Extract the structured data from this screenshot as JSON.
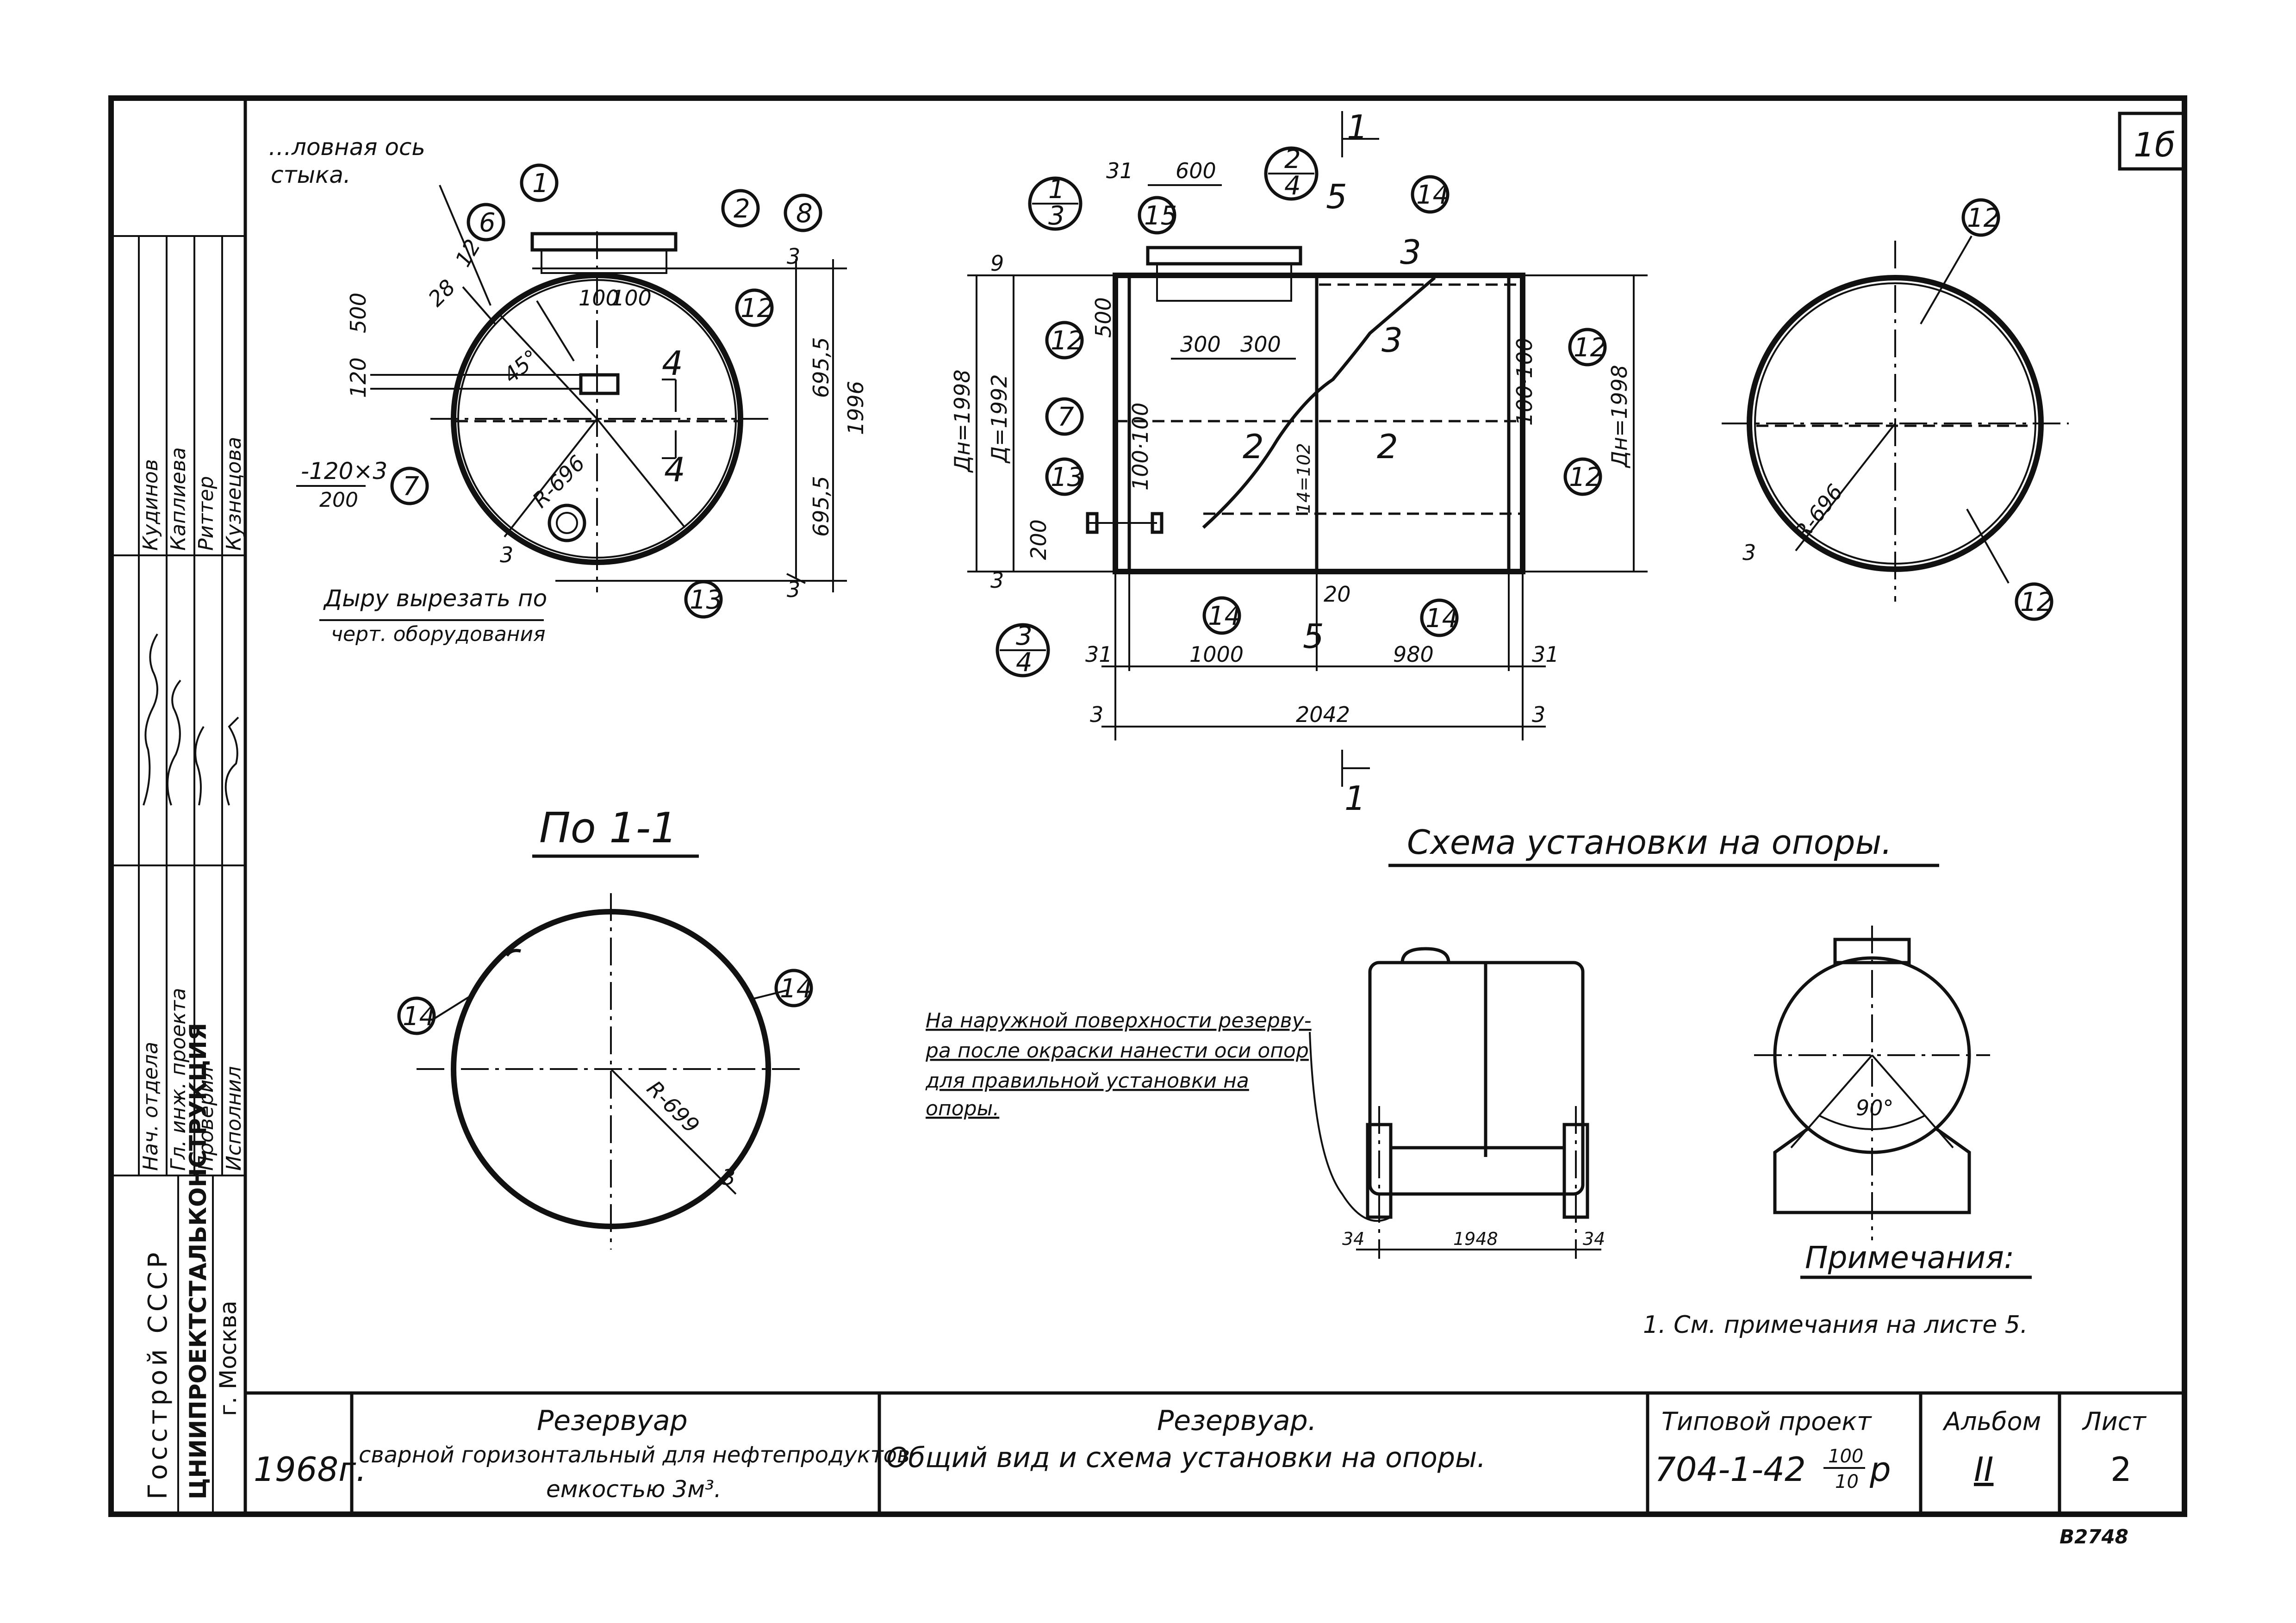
{
  "sheet_label": "1б",
  "stamp_code": "B2748",
  "left_view": {
    "note_top": [
      "…ловная ось",
      "стыка."
    ],
    "weld_note": [
      "Дыру вырезать по",
      "черт. оборудования"
    ],
    "plate_label": [
      "-120×3",
      "200"
    ],
    "dims": [
      "28",
      "12",
      "500",
      "100",
      "100",
      "120",
      "45°",
      "R-696",
      "695,5",
      "695,5",
      "1996",
      "3",
      "3",
      "3"
    ],
    "section_marks": [
      "4",
      "4"
    ]
  },
  "middle_view": {
    "dims": [
      "600",
      "31",
      "9",
      "500",
      "300",
      "300",
      "Дн=1998",
      "Д=1992",
      "100·100",
      "200",
      "3",
      "100·100",
      "14=102",
      "Дн=1998",
      "20",
      "31",
      "1000",
      "980",
      "31",
      "3",
      "2042",
      "3"
    ],
    "section_marks": [
      "1",
      "1",
      "5",
      "5",
      "3",
      "3",
      "2",
      "2"
    ]
  },
  "right_view": {
    "dims": [
      "R-696",
      "3"
    ]
  },
  "section_title": "По 1-1",
  "section_view": {
    "dims": [
      "R-699",
      "3"
    ]
  },
  "callouts": {
    "left": [
      "1",
      "2",
      "8",
      "6",
      "12",
      "7",
      "13"
    ],
    "middle": [
      "15",
      "14",
      "12",
      "7",
      "13",
      "12",
      "12",
      "14",
      "14"
    ],
    "right": [
      "12",
      "12"
    ],
    "section": [
      "14",
      "14"
    ],
    "fractions": [
      [
        "1",
        "3"
      ],
      [
        "2",
        "4"
      ],
      [
        "3",
        "4"
      ]
    ]
  },
  "scheme_title": "Схема установки на опоры.",
  "scheme_note": [
    "На наружной поверхности резерву-",
    "ра после окраски нанести оси опор",
    "для правильной установки на",
    "опоры."
  ],
  "scheme_dims": [
    "34",
    "1948",
    "34",
    "90°"
  ],
  "notes": {
    "heading": "Примечания:",
    "items": [
      "1. См. примечания на листе 5."
    ]
  },
  "side_stamp": {
    "roles": [
      "Нач. отдела",
      "Гл. инж. проекта",
      "Проверил",
      "Исполнил"
    ],
    "names": [
      "Кудинов",
      "Каплиева",
      "Риттер",
      "Кузнецова"
    ],
    "org_lines": [
      "Госстрой СССР",
      "ЦНИИПРОЕКТСТАЛЬКОНСТРУКЦИЯ",
      "г. Москва"
    ]
  },
  "title_block": {
    "year": "1968г.",
    "object_title": "Резервуар",
    "object_desc_1": "сварной горизонтальный для нефтепродуктов",
    "object_desc_2": "емкостью 3м³.",
    "drawing_title": "Резервуар.",
    "drawing_desc": "Общий вид и схема установки на опоры.",
    "project_label": "Типовой проект",
    "project_code": "704-1-42",
    "project_fraction_num": "100",
    "project_fraction_den": "10",
    "project_suffix": "р",
    "album_label": "Альбом",
    "album_value": "II",
    "sheet_label": "Лист",
    "sheet_value": "2"
  }
}
